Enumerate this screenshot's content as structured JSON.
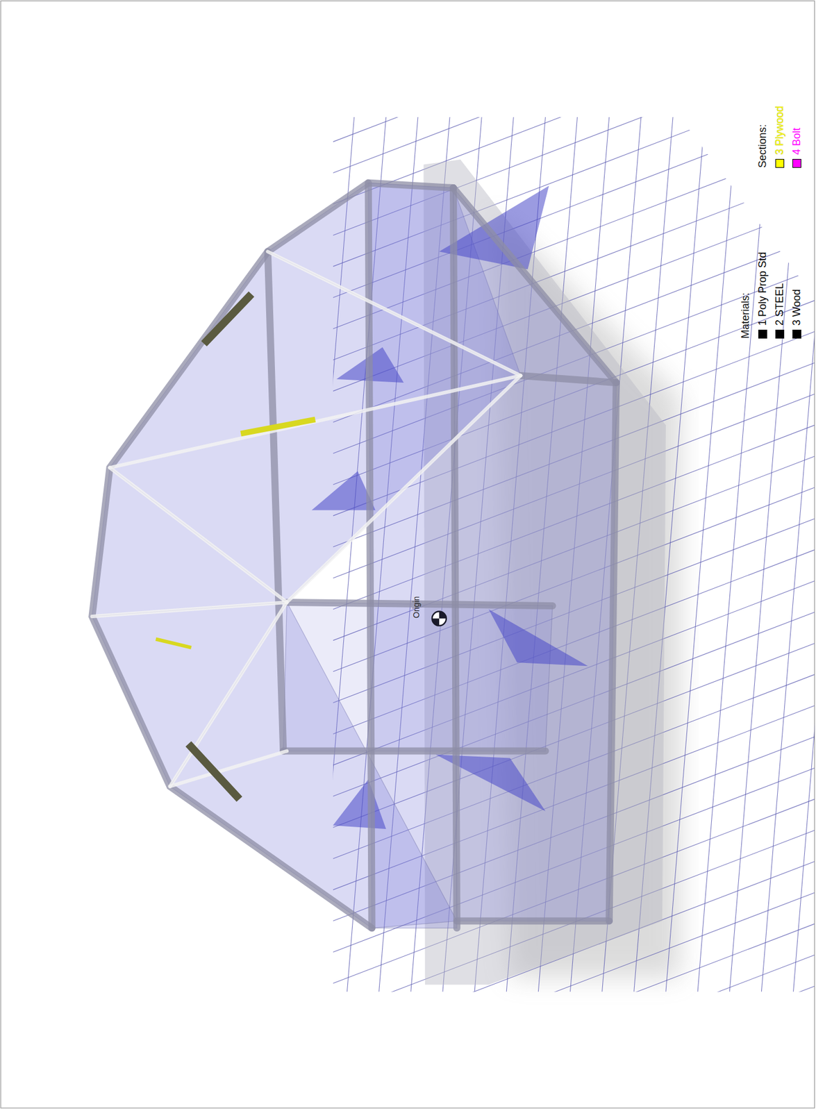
{
  "diagram": {
    "labels": [
      "Origin",
      "Materials:",
      "Sections:"
    ],
    "legend": [
      {
        "text": "1 Poly Prop Std",
        "color": "#000000"
      },
      {
        "text": "2 STEEL",
        "color": "#000000"
      },
      {
        "text": "3 Wood",
        "color": "#000000"
      },
      {
        "text": "3 Plywood",
        "color": "#ffff00"
      },
      {
        "text": "4 Bolt",
        "color": "#ff00ff"
      }
    ]
  }
}
